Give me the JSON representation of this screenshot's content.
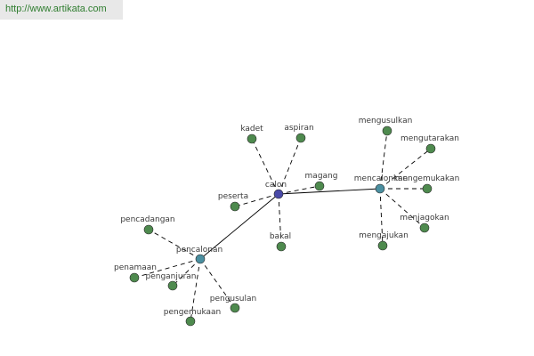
{
  "header": {
    "url": "http://www.artikata.com"
  },
  "colors": {
    "leaf_node": "#4e8a4e",
    "hub_calon": "#4a4aa8",
    "hub_other": "#4a8fa0",
    "edge": "#000000",
    "url_text": "#2f7d2f"
  },
  "graph": {
    "nodes": [
      {
        "id": "calon",
        "label": "calon",
        "kind": "hub_calon"
      },
      {
        "id": "mencalonkan",
        "label": "mencalonkan",
        "kind": "hub_other"
      },
      {
        "id": "pencalonan",
        "label": "pencalonan",
        "kind": "hub_other"
      },
      {
        "id": "kadet",
        "label": "kadet",
        "kind": "leaf"
      },
      {
        "id": "aspiran",
        "label": "aspiran",
        "kind": "leaf"
      },
      {
        "id": "magang",
        "label": "magang",
        "kind": "leaf"
      },
      {
        "id": "peserta",
        "label": "peserta",
        "kind": "leaf"
      },
      {
        "id": "bakal",
        "label": "bakal",
        "kind": "leaf"
      },
      {
        "id": "mengusulkan",
        "label": "mengusulkan",
        "kind": "leaf"
      },
      {
        "id": "mengutarakan",
        "label": "mengutarakan",
        "kind": "leaf"
      },
      {
        "id": "mengemukakan",
        "label": "mengemukakan",
        "kind": "leaf"
      },
      {
        "id": "menjagokan",
        "label": "menjagokan",
        "kind": "leaf"
      },
      {
        "id": "mengajukan",
        "label": "mengajukan",
        "kind": "leaf"
      },
      {
        "id": "pencadangan",
        "label": "pencadangan",
        "kind": "leaf"
      },
      {
        "id": "penamaan",
        "label": "penamaan",
        "kind": "leaf"
      },
      {
        "id": "penganjuran",
        "label": "penganjuran",
        "kind": "leaf"
      },
      {
        "id": "pengusulan",
        "label": "pengusulan",
        "kind": "leaf"
      },
      {
        "id": "pengemukaan",
        "label": "pengemukaan",
        "kind": "leaf"
      }
    ],
    "edges": [
      {
        "from": "calon",
        "to": "mencalonkan",
        "style": "solid"
      },
      {
        "from": "calon",
        "to": "pencalonan",
        "style": "solid"
      },
      {
        "from": "calon",
        "to": "kadet",
        "style": "dashed"
      },
      {
        "from": "calon",
        "to": "aspiran",
        "style": "dashed"
      },
      {
        "from": "calon",
        "to": "magang",
        "style": "dashed"
      },
      {
        "from": "calon",
        "to": "peserta",
        "style": "dashed"
      },
      {
        "from": "calon",
        "to": "bakal",
        "style": "dashed"
      },
      {
        "from": "mencalonkan",
        "to": "mengusulkan",
        "style": "dashed"
      },
      {
        "from": "mencalonkan",
        "to": "mengutarakan",
        "style": "dashed"
      },
      {
        "from": "mencalonkan",
        "to": "mengemukakan",
        "style": "dashed"
      },
      {
        "from": "mencalonkan",
        "to": "menjagokan",
        "style": "dashed"
      },
      {
        "from": "mencalonkan",
        "to": "mengajukan",
        "style": "dashed"
      },
      {
        "from": "pencalonan",
        "to": "pencadangan",
        "style": "dashed"
      },
      {
        "from": "pencalonan",
        "to": "penamaan",
        "style": "dashed"
      },
      {
        "from": "pencalonan",
        "to": "penganjuran",
        "style": "dashed"
      },
      {
        "from": "pencalonan",
        "to": "pengusulan",
        "style": "dashed"
      },
      {
        "from": "pencalonan",
        "to": "pengemukaan",
        "style": "dashed"
      }
    ]
  }
}
